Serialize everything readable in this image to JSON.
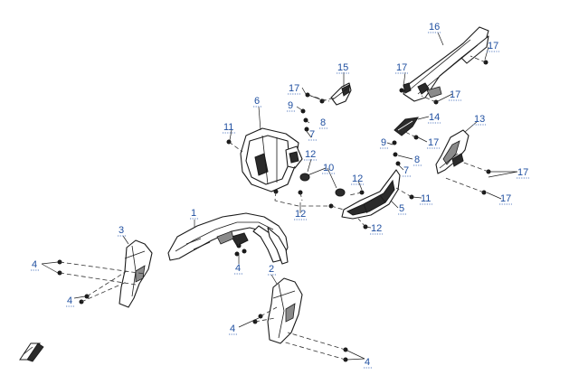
{
  "diagram": {
    "callouts": {
      "c1": "1",
      "c2": "2",
      "c3": "3",
      "c4a": "4",
      "c4b": "4",
      "c4c": "4",
      "c4d": "4",
      "c4e": "4",
      "c5": "5",
      "c6": "6",
      "c7a": "7",
      "c7b": "7",
      "c8a": "8",
      "c8b": "8",
      "c9a": "9",
      "c9b": "9",
      "c10": "10",
      "c11a": "11",
      "c11b": "11",
      "c12a": "12",
      "c12b": "12",
      "c12c": "12",
      "c12d": "12",
      "c13": "13",
      "c14": "14",
      "c15": "15",
      "c16": "16",
      "c17a": "17",
      "c17b": "17",
      "c17c": "17",
      "c17d": "17",
      "c17e": "17",
      "c17f": "17",
      "c17g": "17"
    },
    "colors": {
      "callout_text": "#1f4fa0",
      "line": "#1a1a1a"
    },
    "icons": {
      "logo": "brand-logo-icon"
    }
  }
}
